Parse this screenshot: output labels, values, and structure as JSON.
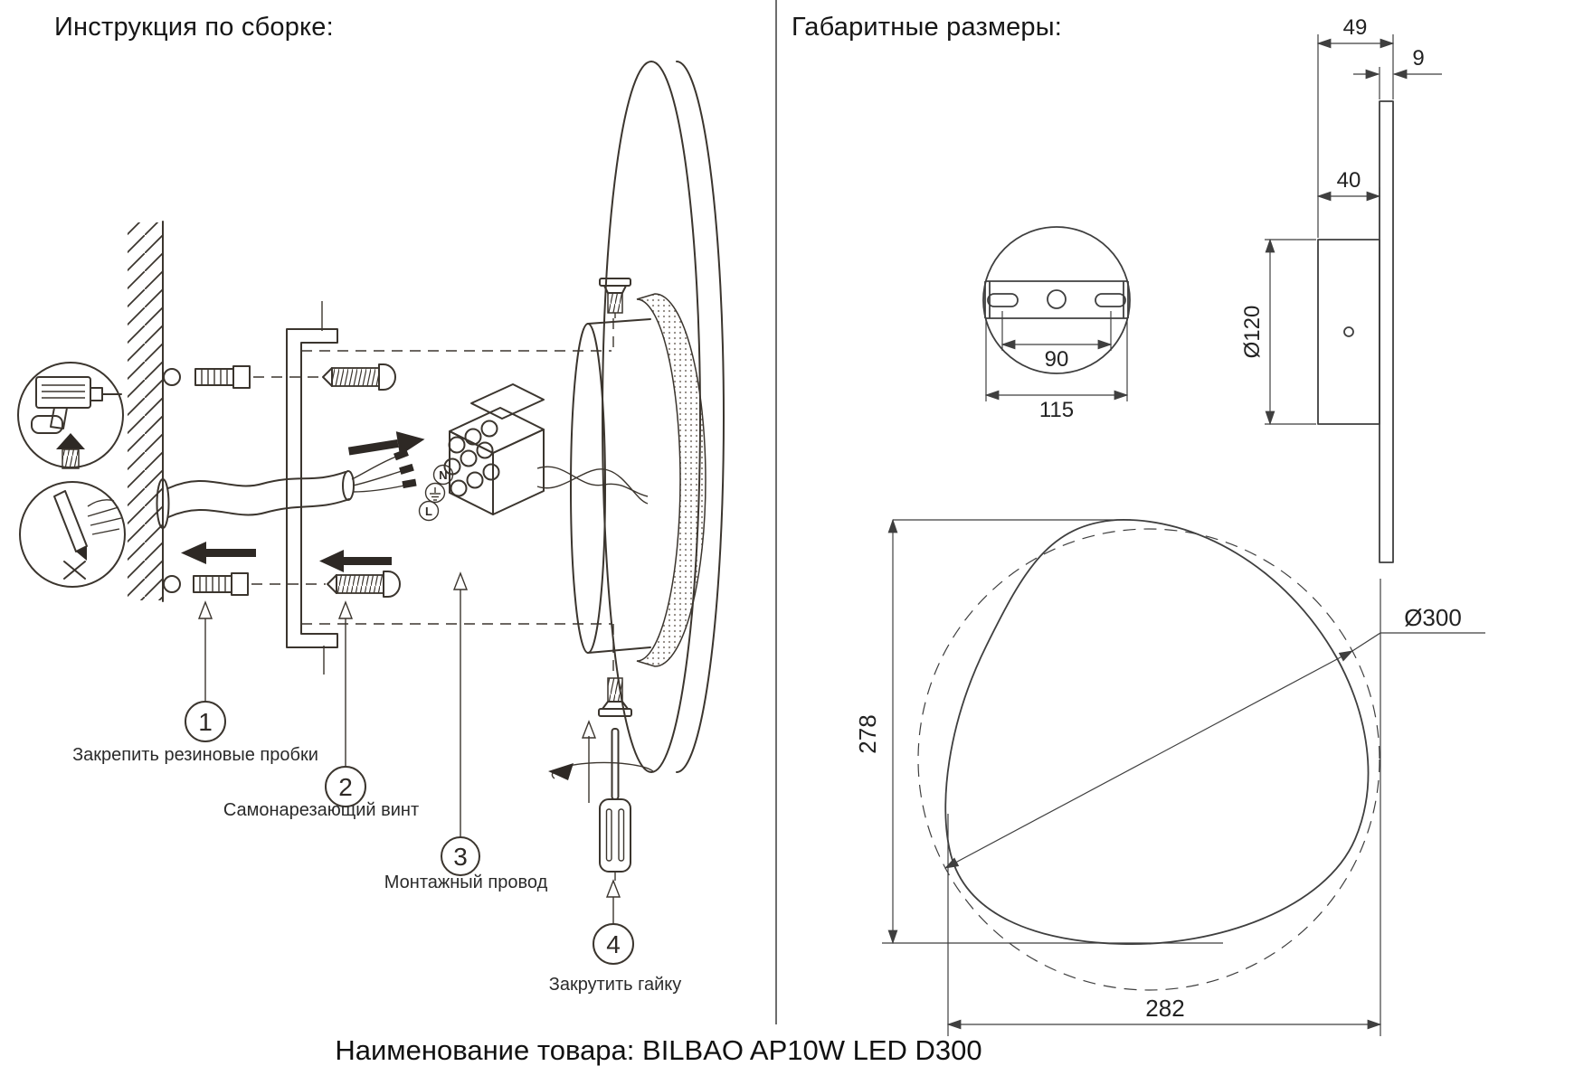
{
  "left_panel": {
    "title": "Инструкция по сборке:",
    "steps": [
      {
        "num": "1",
        "label": "Закрепить резиновые пробки"
      },
      {
        "num": "2",
        "label": "Самонарезающий винт"
      },
      {
        "num": "3",
        "label": "Монтажный провод"
      },
      {
        "num": "4",
        "label": "Закрутить гайку"
      }
    ],
    "terminal": [
      "N",
      "⏚",
      "L"
    ]
  },
  "right_panel": {
    "title": "Габаритные размеры:",
    "dims": {
      "d49": "49",
      "d9": "9",
      "d40": "40",
      "d120": "Ø120",
      "d90": "90",
      "d115": "115",
      "d278": "278",
      "d282": "282",
      "d300": "Ø300"
    }
  },
  "footer": {
    "product_name": "Наименование товара: BILBAO AP10W LED D300"
  },
  "colors": {
    "line_left": "#3b352e",
    "line_right": "#3f3f3f",
    "text": "#1c1c1c"
  }
}
